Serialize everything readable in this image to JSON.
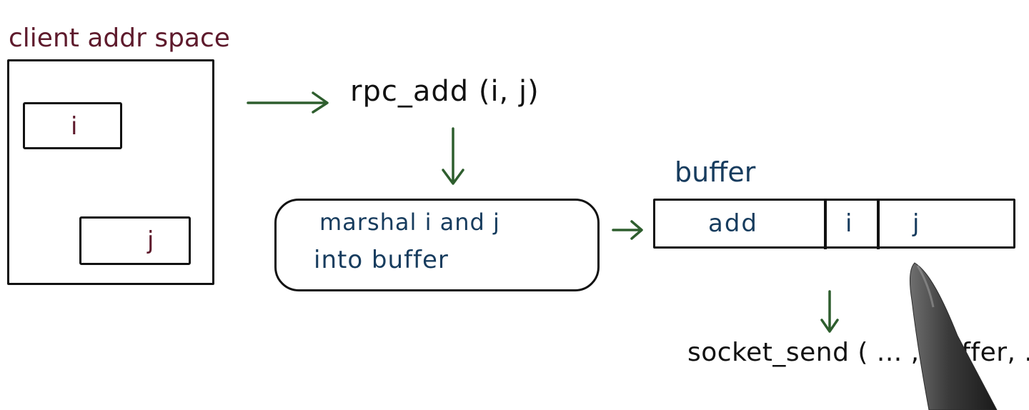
{
  "client": {
    "title": "client addr space",
    "var_i": "i",
    "var_j": "j"
  },
  "call": {
    "text": "rpc_add (i, j)"
  },
  "marshal": {
    "line1": "marshal  i and  j",
    "line2": "into  buffer"
  },
  "buffer": {
    "label": "buffer",
    "cells": [
      "add",
      "i",
      "j"
    ]
  },
  "send": {
    "text": "socket_send ( ... , buffer, ...)"
  },
  "colors": {
    "ink": "#111111",
    "maroon": "#5e1a2c",
    "navy": "#173c5e",
    "arrow_green": "#2e5e2e"
  },
  "icons": {
    "pen": "pen-tip-icon"
  }
}
